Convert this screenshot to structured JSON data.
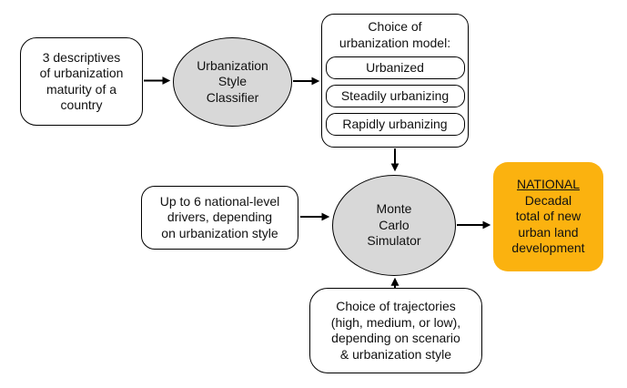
{
  "colors": {
    "background": "#ffffff",
    "box_fill": "#ffffff",
    "ellipse_fill": "#d8d8d8",
    "output_fill": "#fbb20f",
    "line": "#000000"
  },
  "nodes": {
    "input": {
      "text": "3 descriptives\nof urbanization\nmaturity of a\ncountry"
    },
    "classifier": {
      "text": "Urbanization\nStyle\nClassifier"
    },
    "model": {
      "title": "Choice of\nurbanization model:",
      "options": [
        "Urbanized",
        "Steadily urbanizing",
        "Rapidly urbanizing"
      ]
    },
    "simulator": {
      "text": "Monte\nCarlo\nSimulator"
    },
    "drivers": {
      "text": "Up to 6 national-level\ndrivers, depending\non urbanization style"
    },
    "trajectories": {
      "text": "Choice of trajectories\n(high, medium, or low),\ndepending on scenario\n& urbanization style"
    },
    "output": {
      "title": "NATIONAL",
      "text": "Decadal\ntotal of new\nurban land\ndevelopment"
    }
  }
}
